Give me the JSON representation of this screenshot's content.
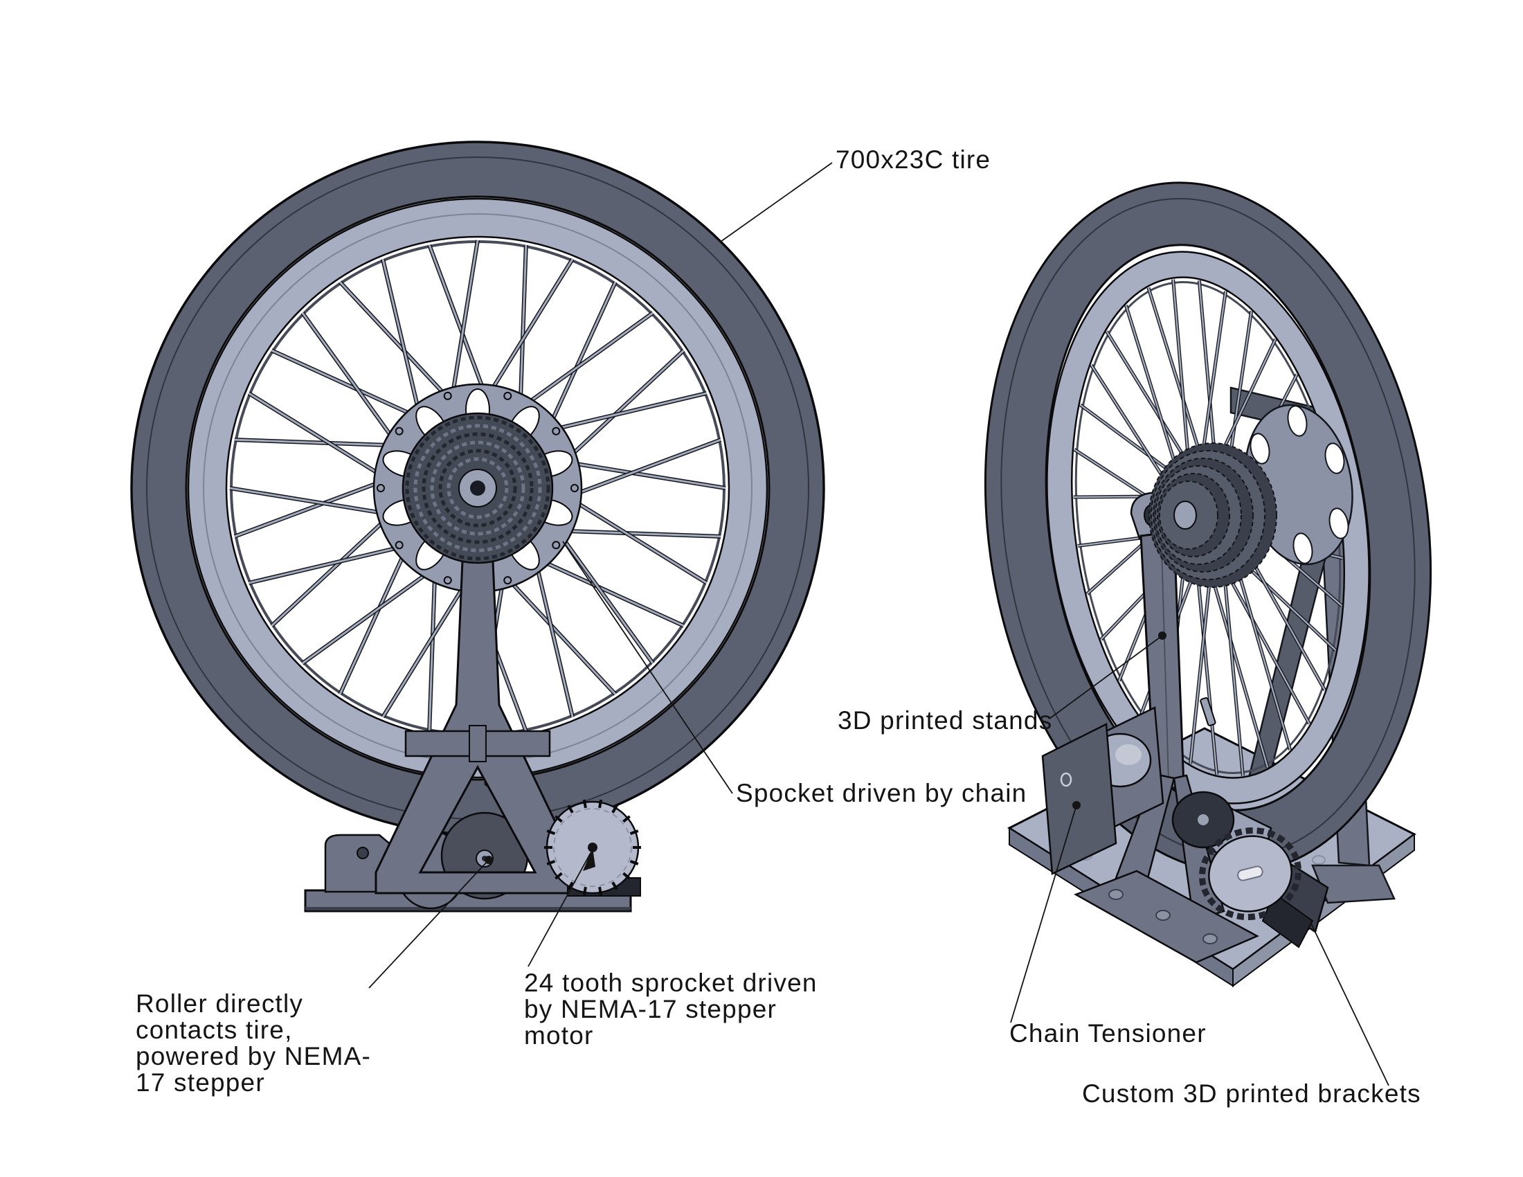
{
  "drawing": {
    "background": "#ffffff",
    "callouts": {
      "tire": {
        "label": "700x23C tire"
      },
      "stands": {
        "label": "3D printed stands"
      },
      "sprocket_chain": {
        "label": "Spocket driven by chain"
      },
      "roller": {
        "lines": [
          "Roller directly",
          "contacts tire,",
          "powered by NEMA-",
          "17 stepper"
        ]
      },
      "sprocket_24t": {
        "lines": [
          "24 tooth sprocket driven",
          "by NEMA-17 stepper",
          "motor"
        ]
      },
      "chain_tensioner": {
        "label": "Chain Tensioner"
      },
      "brackets": {
        "label": "Custom 3D printed brackets"
      }
    },
    "colors": {
      "tire": "#5b6170",
      "tire_tread_line": "#31353f",
      "rim": "#a7aec1",
      "rim_mid_line": "#7d8496",
      "spoke": "#a3aabc",
      "stand": "#6e7486",
      "dark_metal": "#565c69",
      "darker_metal": "#3a3f4b",
      "plate": "#aab1c4",
      "plate_side": "#8d94a6",
      "sprocket": "#b4bacb",
      "rotor": "#959cb0",
      "cassette": "#454a57",
      "line": "#141414",
      "text": "#141414"
    }
  }
}
